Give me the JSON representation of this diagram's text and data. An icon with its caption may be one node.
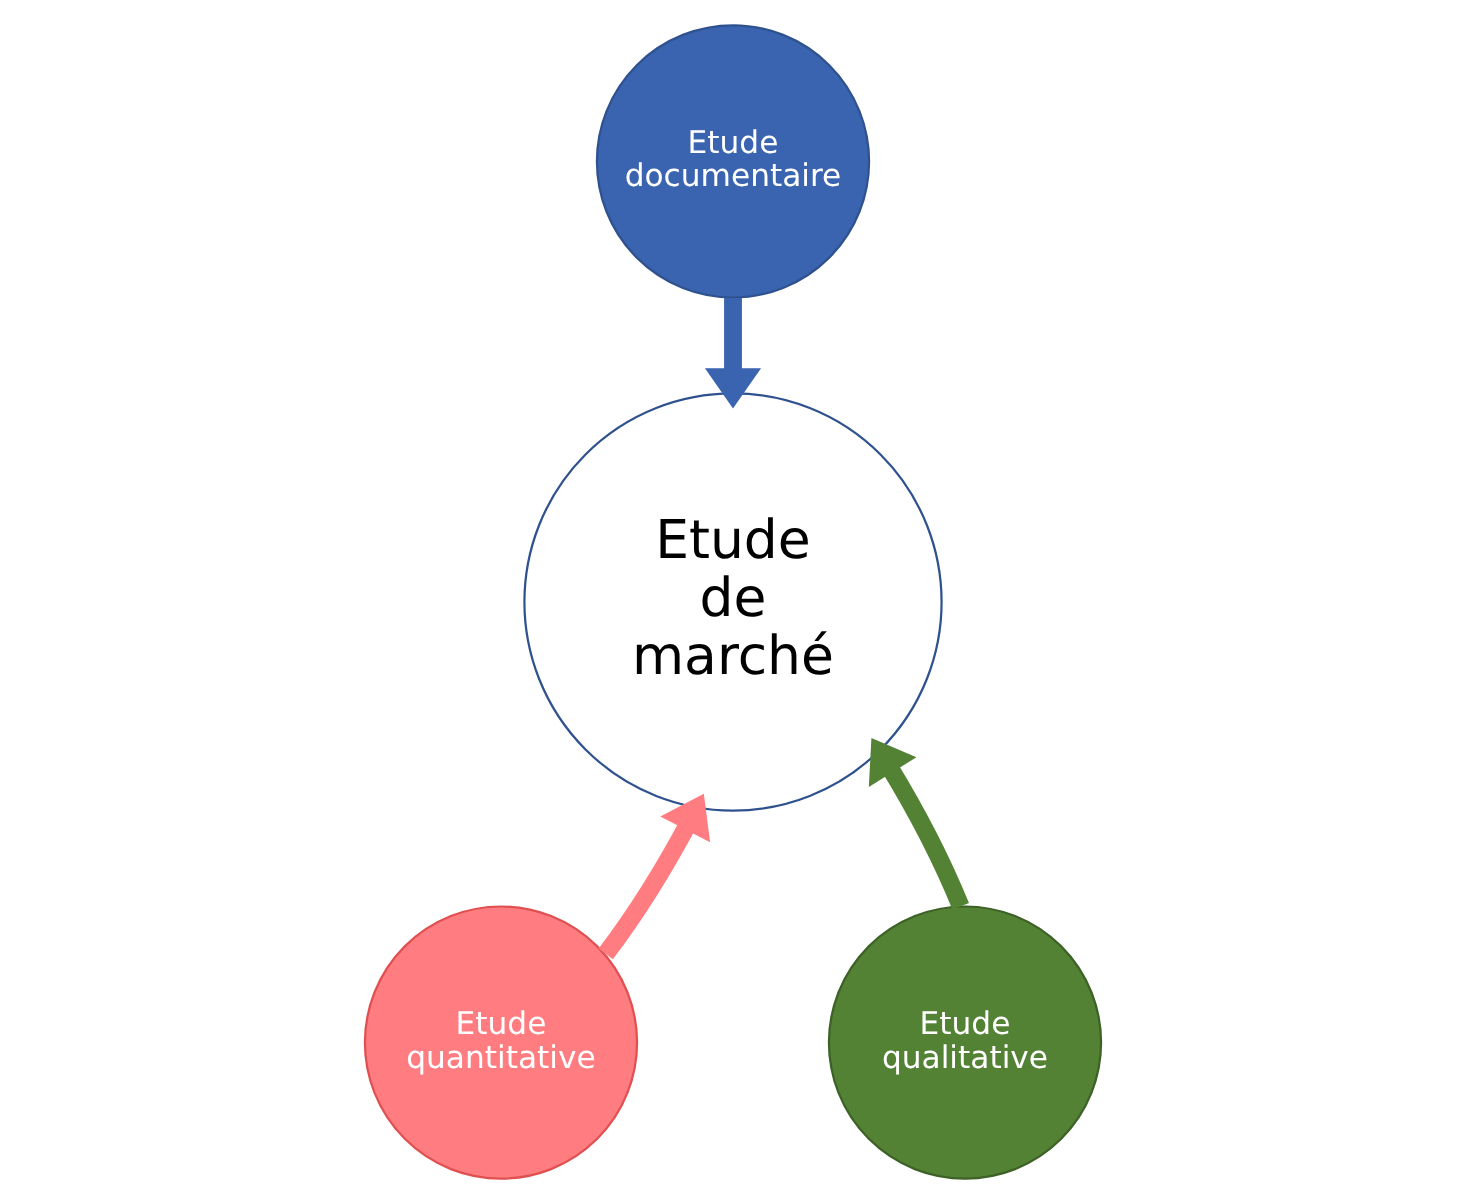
{
  "diagram": {
    "nodes": [
      {
        "text": [
          "Etude documentaire"
        ]
      },
      {
        "text": [
          "Etude de marché"
        ]
      },
      {
        "text": [
          "Etude quantitative"
        ]
      },
      {
        "text": [
          "Etude qualitative"
        ]
      }
    ],
    "edges": [
      {
        "from": 0,
        "to": 1,
        "arrow": "to",
        "color": "#3a63b0"
      },
      {
        "from": 2,
        "to": 1,
        "arrow": "to",
        "color": "#ff7c80"
      },
      {
        "from": 3,
        "to": 1,
        "arrow": "to",
        "color": "#548235"
      }
    ]
  }
}
